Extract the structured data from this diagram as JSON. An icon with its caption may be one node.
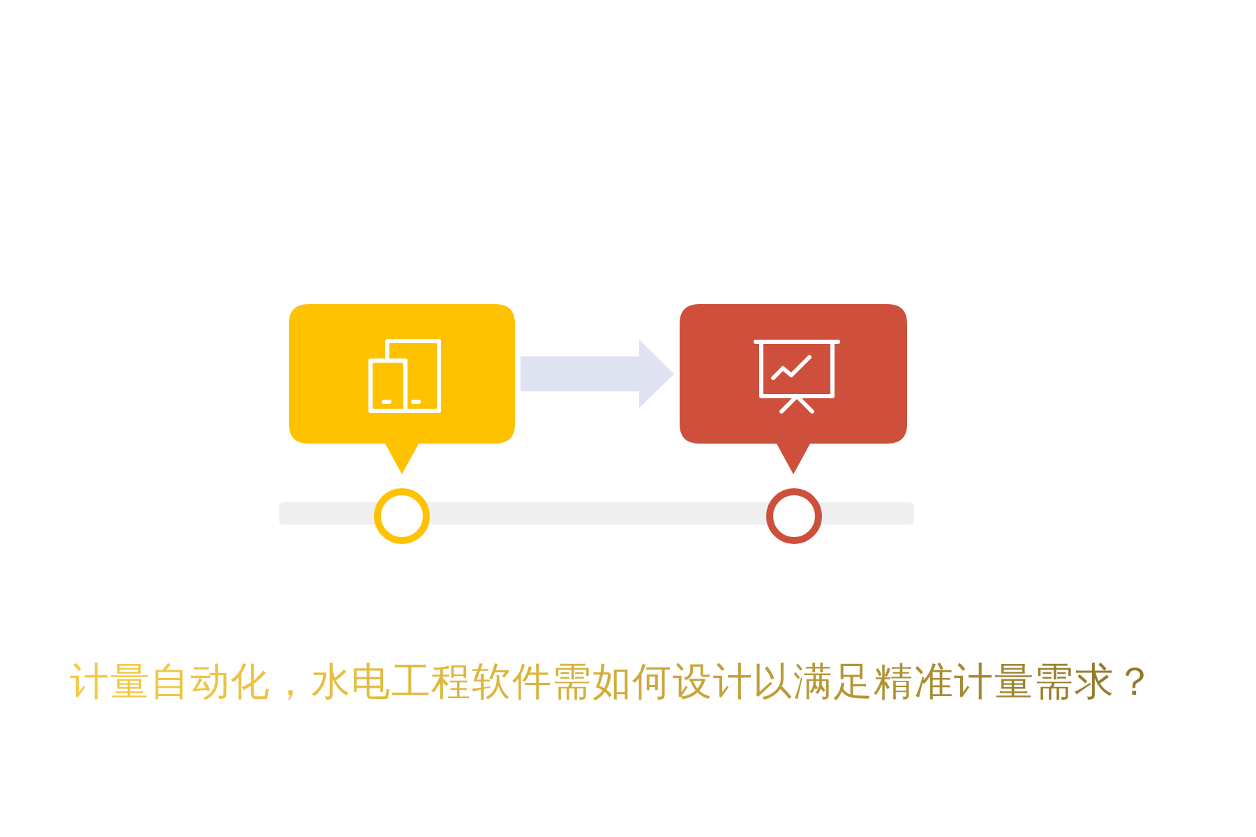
{
  "diagram": {
    "title": "计量自动化，水电工程软件需如何设计以满足精准计量需求？",
    "nodes": [
      {
        "text": [],
        "shape": "box"
      },
      {
        "text": [],
        "shape": "box"
      },
      {
        "text": [],
        "shape": "bar"
      },
      {
        "text": [],
        "shape": "circle"
      },
      {
        "text": [],
        "shape": "circle"
      }
    ],
    "edges": [
      {
        "from": 0,
        "to": 1,
        "arrow": "to"
      }
    ]
  }
}
